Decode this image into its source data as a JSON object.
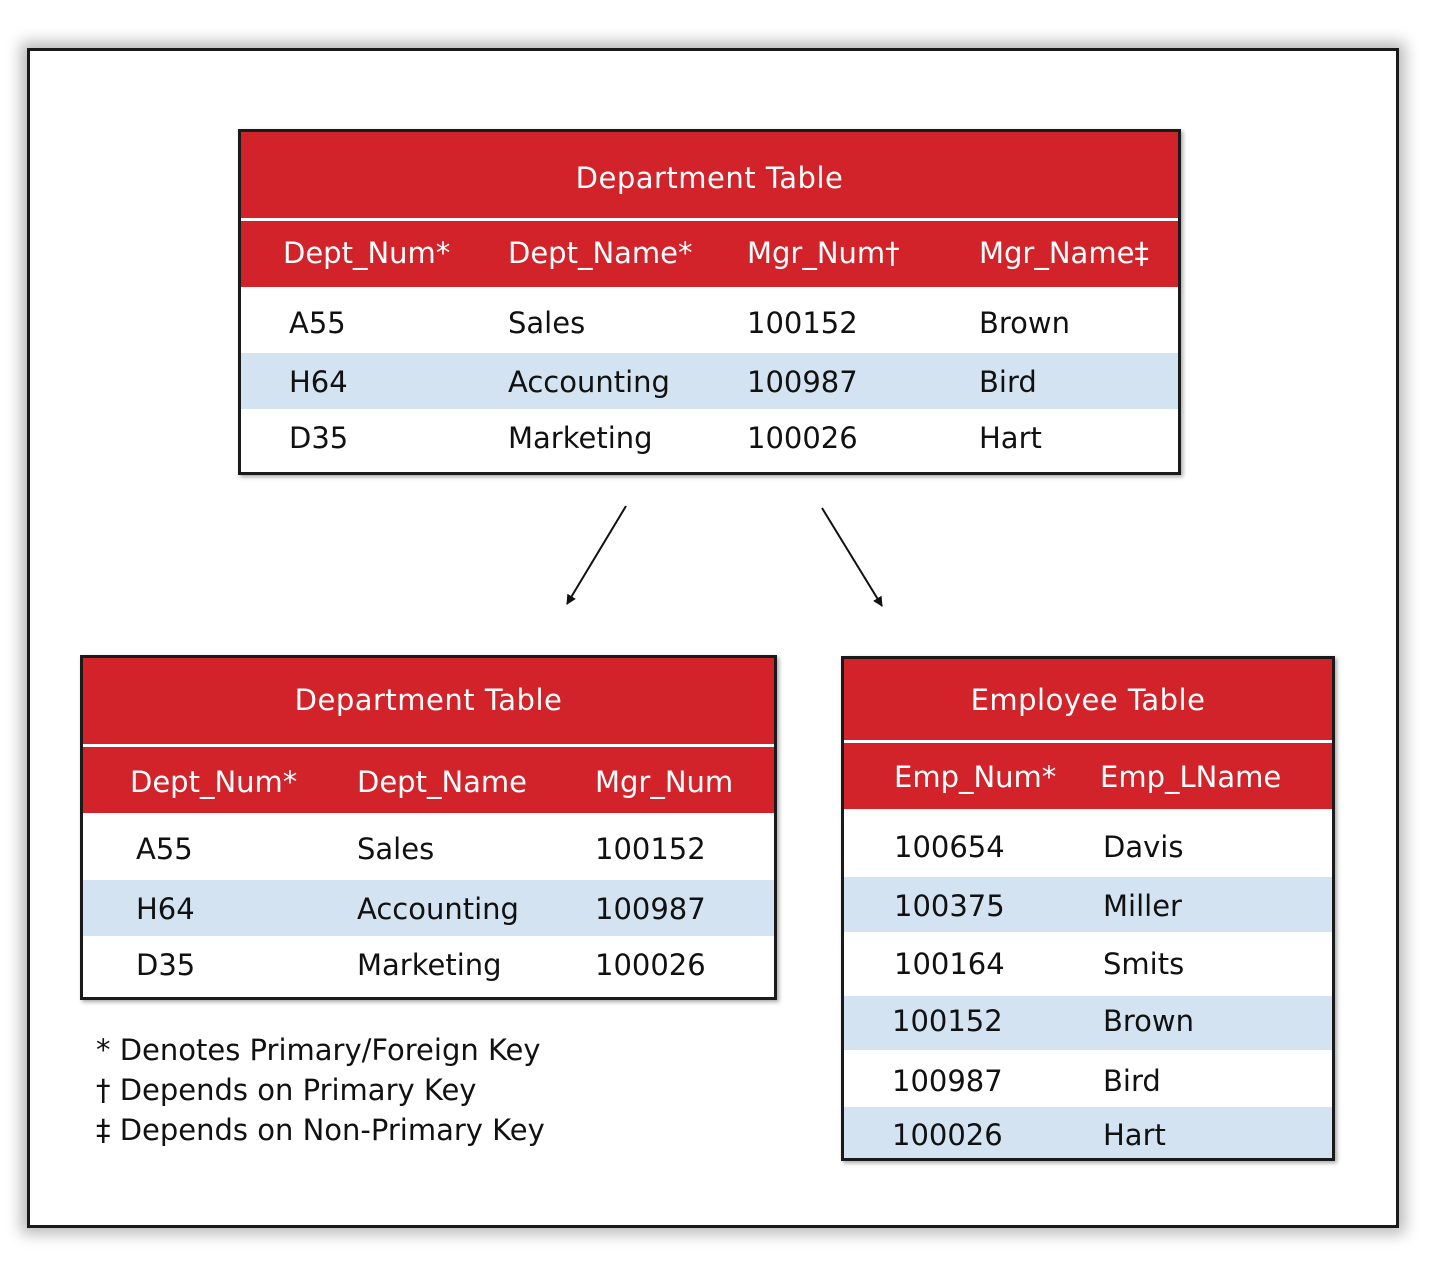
{
  "top_table": {
    "title": "Department Table",
    "columns": [
      "Dept_Num*",
      "Dept_Name*",
      "Mgr_Num†",
      "Mgr_Name‡"
    ],
    "rows": [
      [
        "A55",
        "Sales",
        "100152",
        "Brown"
      ],
      [
        "H64",
        "Accounting",
        "100987",
        "Bird"
      ],
      [
        "D35",
        "Marketing",
        "100026",
        "Hart"
      ]
    ]
  },
  "dept_table": {
    "title": "Department Table",
    "columns": [
      "Dept_Num*",
      "Dept_Name",
      "Mgr_Num"
    ],
    "rows": [
      [
        "A55",
        "Sales",
        "100152"
      ],
      [
        "H64",
        "Accounting",
        "100987"
      ],
      [
        "D35",
        "Marketing",
        "100026"
      ]
    ]
  },
  "emp_table": {
    "title": "Employee Table",
    "columns": [
      "Emp_Num*",
      "Emp_LName"
    ],
    "rows": [
      [
        "100654",
        "Davis"
      ],
      [
        "100375",
        "Miller"
      ],
      [
        "100164",
        "Smits"
      ],
      [
        "100152",
        "Brown"
      ],
      [
        "100987",
        "Bird"
      ],
      [
        "100026",
        "Hart"
      ]
    ]
  },
  "legend": [
    "* Denotes Primary/Foreign Key",
    "† Depends on Primary Key",
    "‡ Depends on Non-Primary Key"
  ],
  "colors": {
    "header_red": "#d2232a",
    "alt_row_blue": "#d3e3f2",
    "border": "#1a1a1a"
  }
}
